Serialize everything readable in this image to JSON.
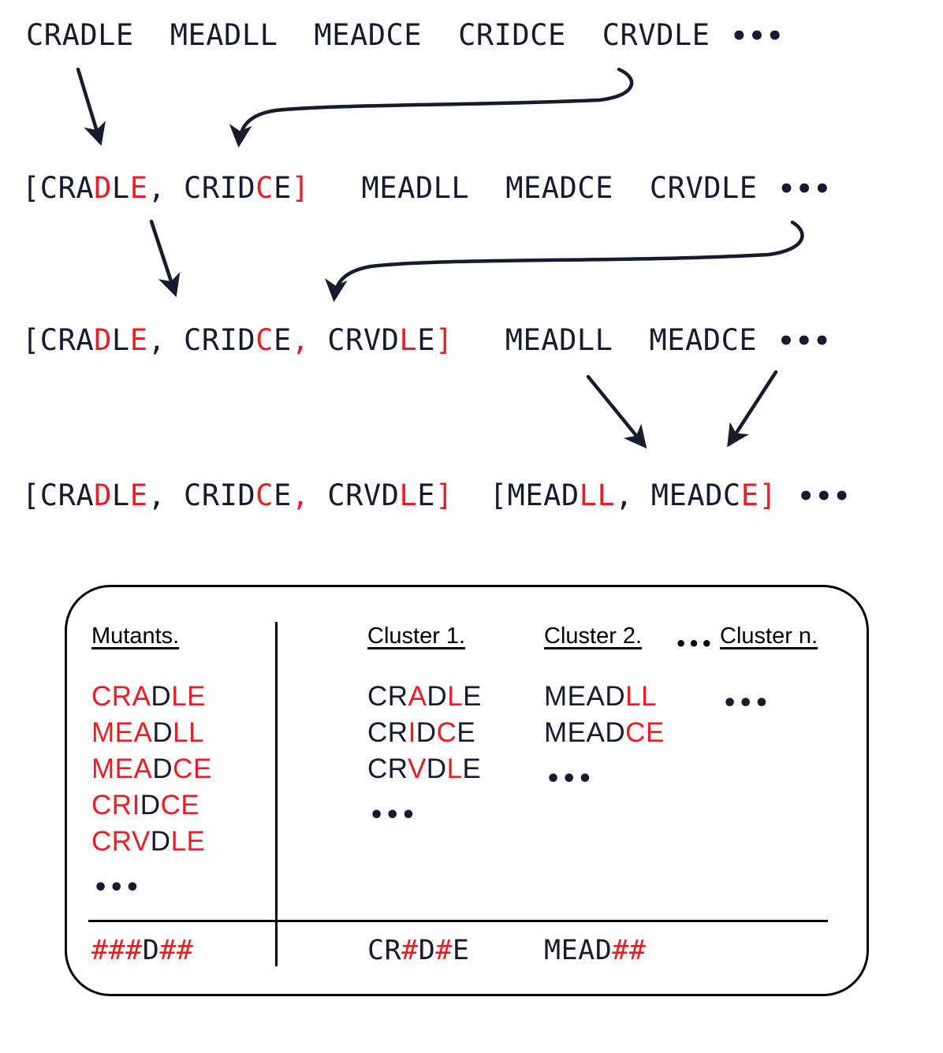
{
  "meta": {
    "colors": {
      "red": "#ed1c24",
      "dark": "#161b2e",
      "black": "#000000",
      "background": "#ffffff"
    },
    "ellipsis": "…"
  },
  "flow": {
    "rows": [
      {
        "id": "row-1",
        "items": [
          {
            "text": "CRADLE",
            "red_indices": []
          },
          {
            "text": "MEADLL",
            "red_indices": []
          },
          {
            "text": "MEADCE",
            "red_indices": []
          },
          {
            "text": "CRIDCE",
            "red_indices": []
          },
          {
            "text": "CRVDLE",
            "red_indices": []
          }
        ],
        "trailing_ellipsis": true
      },
      {
        "id": "row-2",
        "items": [
          {
            "text": "[CRADLE, CRIDCE]",
            "red_indices": [
              4,
              6,
              13,
              15
            ]
          },
          {
            "text": "MEADLL",
            "red_indices": []
          },
          {
            "text": "MEADCE",
            "red_indices": []
          },
          {
            "text": "CRVDLE",
            "red_indices": []
          }
        ],
        "trailing_ellipsis": true
      },
      {
        "id": "row-3",
        "items": [
          {
            "text": "[CRADLE, CRIDCE, CRVDLE]",
            "red_indices": [
              4,
              6,
              13,
              15,
              21,
              23
            ]
          },
          {
            "text": "MEADLL",
            "red_indices": []
          },
          {
            "text": "MEADCE",
            "red_indices": []
          }
        ],
        "trailing_ellipsis": true
      },
      {
        "id": "row-4",
        "items": [
          {
            "text": "[CRADLE, CRIDCE, CRVDLE]",
            "red_indices": [
              4,
              6,
              13,
              15,
              21,
              23
            ]
          },
          {
            "text": "[MEADLL, MEADCE]",
            "red_indices": [
              5,
              6,
              14,
              15
            ]
          }
        ],
        "trailing_ellipsis": true
      }
    ]
  },
  "panel": {
    "headers": [
      {
        "id": "mutants",
        "label": "Mutants."
      },
      {
        "id": "cluster-1",
        "label": "Cluster 1."
      },
      {
        "id": "cluster-2",
        "label": "Cluster 2."
      },
      {
        "id": "header-ellipsis",
        "label": "…"
      },
      {
        "id": "cluster-n",
        "label": "Cluster n."
      }
    ],
    "mutants_column": {
      "rows": [
        {
          "text": "CRADLE",
          "red_indices": [
            0,
            1,
            2,
            4,
            5
          ]
        },
        {
          "text": "MEADLL",
          "red_indices": [
            0,
            1,
            2,
            4,
            5
          ]
        },
        {
          "text": "MEADCE",
          "red_indices": [
            0,
            1,
            2,
            4,
            5
          ]
        },
        {
          "text": "CRIDCE",
          "red_indices": [
            0,
            1,
            2,
            4,
            5
          ]
        },
        {
          "text": "CRVDLE",
          "red_indices": [
            0,
            1,
            2,
            4,
            5
          ]
        }
      ],
      "ellipsis": "…",
      "pattern": {
        "text": "###D##",
        "red_indices": [
          0,
          1,
          2,
          4,
          5
        ]
      }
    },
    "cluster_1_column": {
      "rows": [
        {
          "text": "CRADLE",
          "red_indices": [
            2,
            4
          ]
        },
        {
          "text": "CRIDCE",
          "red_indices": [
            2,
            4
          ]
        },
        {
          "text": "CRVDLE",
          "red_indices": [
            2,
            4
          ]
        }
      ],
      "ellipsis": "…",
      "pattern": {
        "text": "CR#D#E",
        "red_indices": [
          2,
          4
        ]
      }
    },
    "cluster_2_column": {
      "rows": [
        {
          "text": "MEADLL",
          "red_indices": [
            4,
            5
          ]
        },
        {
          "text": "MEADCE",
          "red_indices": [
            4,
            5
          ]
        }
      ],
      "ellipsis": "…",
      "pattern": {
        "text": "MEAD##",
        "red_indices": [
          4,
          5
        ]
      }
    },
    "cluster_n_column": {
      "rows": [],
      "ellipsis": "…"
    }
  }
}
